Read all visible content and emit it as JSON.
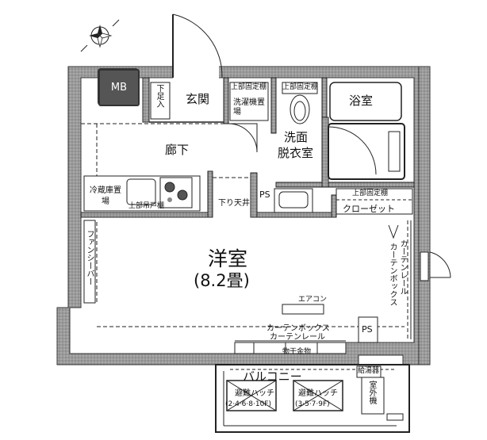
{
  "labels": {
    "mb": "MB",
    "shoe_storage": "下足入",
    "entrance": "玄関",
    "upper_shelf_laundry": "上部固定棚",
    "laundry_space": "洗濯機置場",
    "upper_shelf_toilet": "上部固定棚",
    "bathroom": "浴室",
    "washroom_line1": "洗面",
    "washroom_line2": "脱衣室",
    "hallway": "廊下",
    "fridge_space": "冷蔵庫置場",
    "upper_shelf_kitchen": "上部吊戸棚",
    "lowered_ceiling": "下り天井",
    "ps_center": "PS",
    "upper_shelf_closet": "上部固定棚",
    "closet": "クローゼット",
    "fan_beam": "ファンシーバー",
    "curtain_rail_right": "カーテンレール",
    "curtain_box_right": "カーテンボックス",
    "western_room": "洋室",
    "western_room_size": "(8.2畳)",
    "air_conditioner": "エアコン",
    "curtain_box_bottom": "カーテンボックス",
    "curtain_rail_bottom": "カーテンレール",
    "ps_right": "PS",
    "clothes_rack": "物干金物",
    "balcony": "バルコニー",
    "evac_hatch_left": "避難ハッチ",
    "evac_floors_left": "(2·4·6·8·10F)",
    "evac_hatch_right": "避難ハッチ",
    "evac_floors_right": "(3·5·7·9F)",
    "water_heater": "給湯器",
    "outdoor_unit": "室外機"
  },
  "colors": {
    "wall": "#8a8a8a",
    "line": "#1a1a1a",
    "mb": "#555555"
  },
  "icons": {
    "compass": "compass-rose-icon"
  }
}
